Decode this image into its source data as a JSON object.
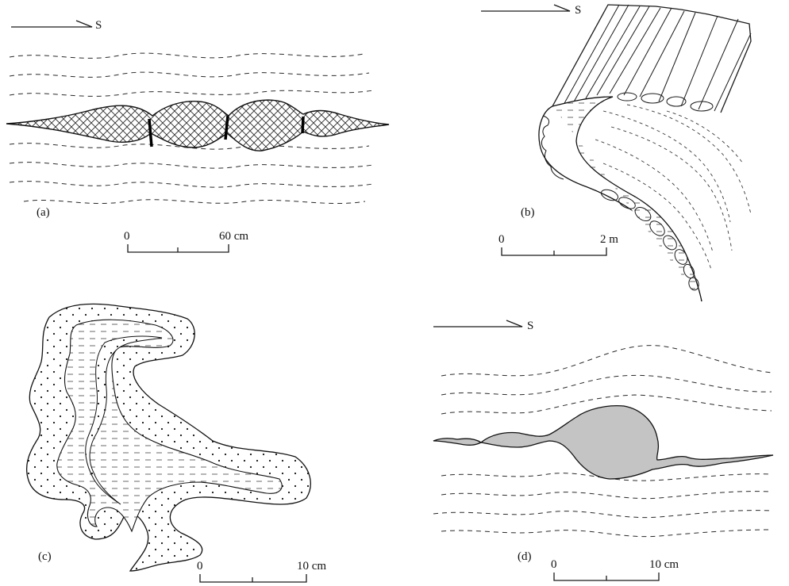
{
  "panels": {
    "a": {
      "label": "(a)",
      "direction": "S",
      "scale": {
        "start": "0",
        "end": "60 cm"
      }
    },
    "b": {
      "label": "(b)",
      "direction": "S",
      "scale": {
        "start": "0",
        "end": "2 m"
      }
    },
    "c": {
      "label": "(c)",
      "scale": {
        "start": "0",
        "end": "10 cm"
      }
    },
    "d": {
      "label": "(d)",
      "direction": "S",
      "scale": {
        "start": "0",
        "end": "10 cm"
      },
      "fill_color": "#c4c4c4"
    }
  }
}
